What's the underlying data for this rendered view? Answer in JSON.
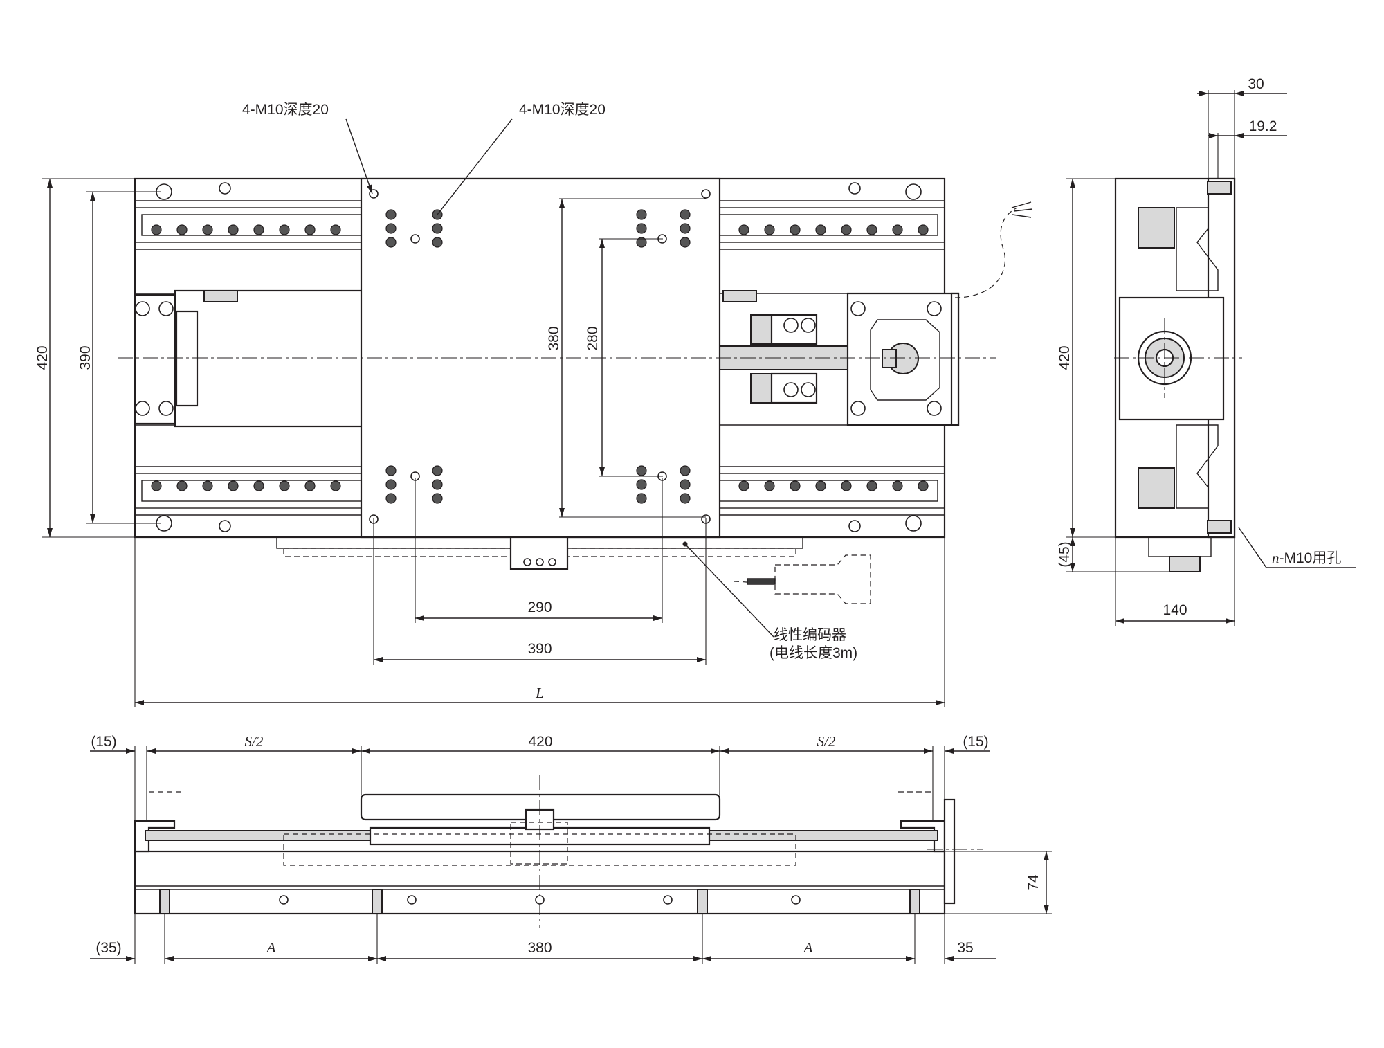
{
  "diagram": {
    "callouts": {
      "tap_holes_left": "4-M10深度20",
      "tap_holes_right": "4-M10深度20",
      "encoder_line1": "线性编码器",
      "encoder_line2": "(电线长度3m)",
      "side_holes_prefix": "n",
      "side_holes_suffix": "-M10用孔"
    },
    "top_view_dims": {
      "height_outer": "420",
      "height_inner": "390",
      "table_hole_span_v": "380",
      "table_hole_span_v_inner": "280",
      "table_hole_span_h_inner": "290",
      "table_hole_span_h": "390",
      "overall_length": "L"
    },
    "side_view_dims": {
      "top_width": "30",
      "top_width_inner": "19.2",
      "height": "420",
      "below_offset": "(45)",
      "depth": "140"
    },
    "front_view_dims": {
      "left_margin_top": "(15)",
      "half_stroke_left": "S/2",
      "table_length": "420",
      "half_stroke_right": "S/2",
      "right_margin_top": "(15)",
      "height": "74",
      "left_margin_bottom": "(35)",
      "pitch_left": "A",
      "center_pitch": "380",
      "pitch_right": "A",
      "right_margin_bottom": "35"
    }
  }
}
